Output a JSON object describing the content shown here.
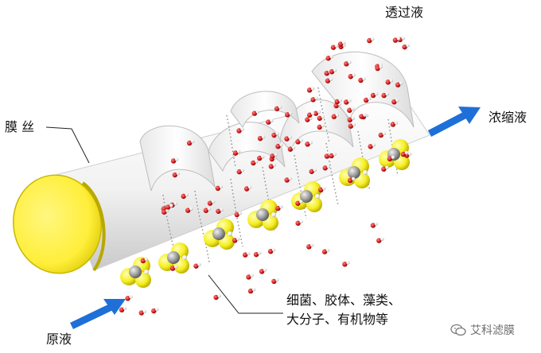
{
  "labels": {
    "permeate": "透过液",
    "concentrate": "浓缩液",
    "membrane_fiber": "膜 丝",
    "feed": "原液",
    "contaminants_line1": "细菌、胶体、藻类、",
    "contaminants_line2": "大分子、有机物等"
  },
  "watermark": {
    "text": "艾科滤膜",
    "icon": "wechat-icon"
  },
  "colors": {
    "membrane_cap": "#ffee3a",
    "membrane_cap_edge": "#c8b800",
    "molecule_yellow": "#f5ee20",
    "molecule_grey": "#9a9a9a",
    "water_red": "#d42020",
    "arrow_blue": "#1e6fd8"
  }
}
